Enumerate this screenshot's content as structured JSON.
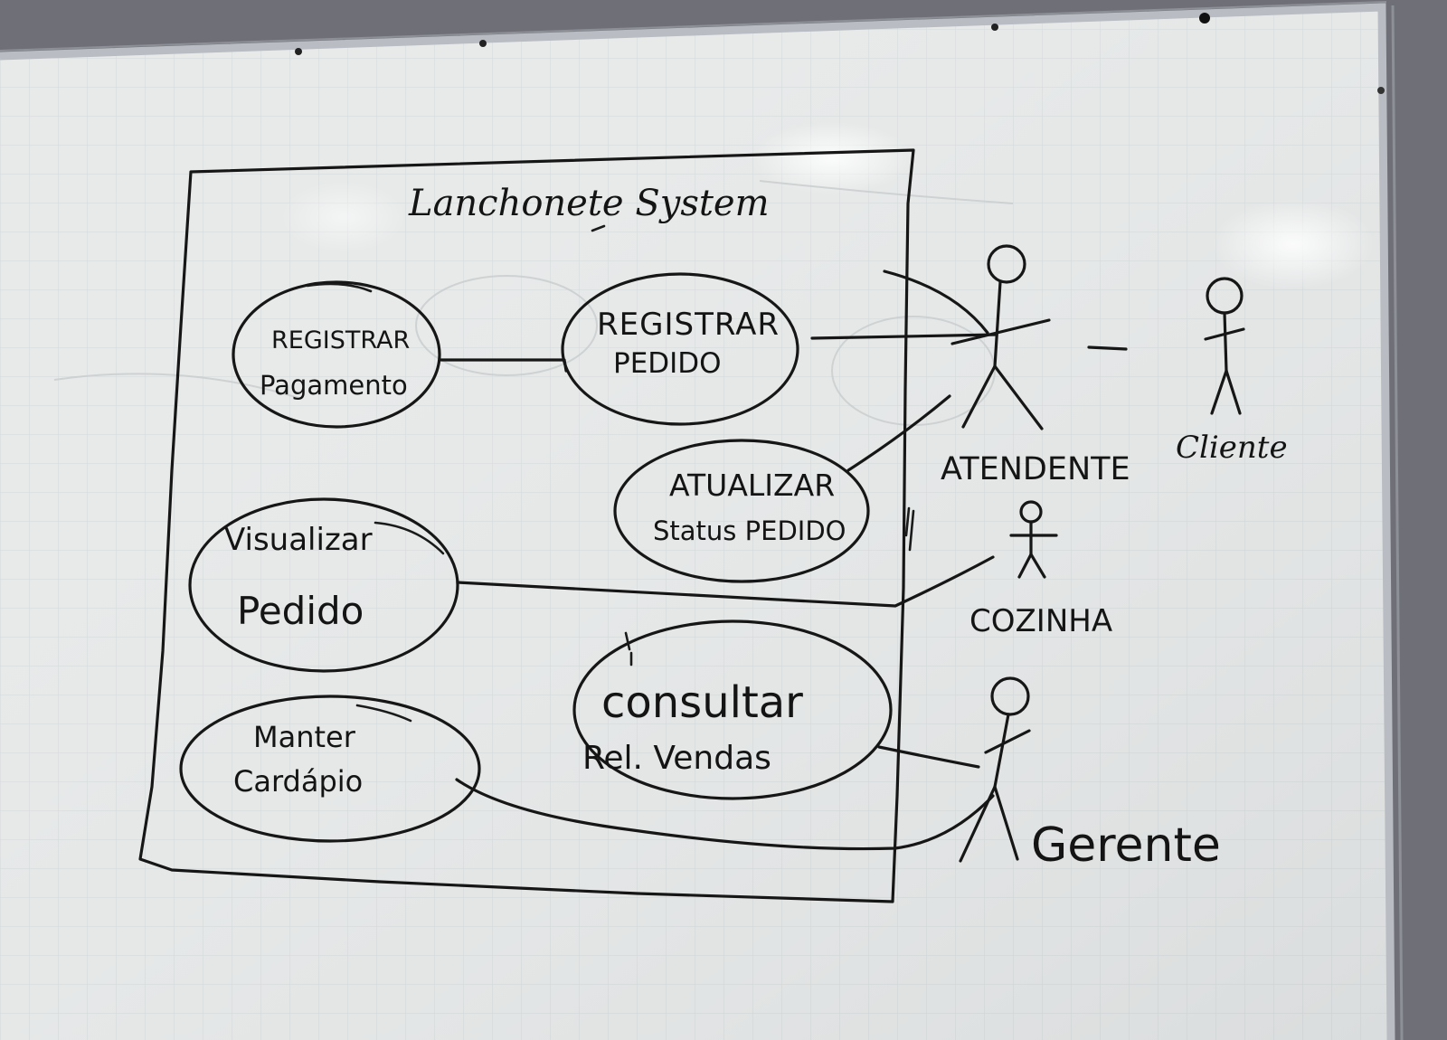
{
  "diagram": {
    "system_title": "Lanchonete System",
    "use_cases": {
      "registrar_pagamento": [
        "REGISTRAR",
        "Pagamento"
      ],
      "registrar_pedido": [
        "REGISTRAR",
        "PEDIDO"
      ],
      "atualizar_status": [
        "ATUALIZAR",
        "Status PEDIDO"
      ],
      "visualizar_pedido": [
        "Visualizar",
        "Pedido"
      ],
      "consultar_vendas": [
        "consultar",
        "Rel. Vendas"
      ],
      "manter_cardapio": [
        "Manter",
        "Cardápio"
      ]
    },
    "actors": {
      "atendente": "ATENDENTE",
      "cliente": "Cliente",
      "cozinha": "COZINHA",
      "gerente": "Gerente"
    }
  },
  "colors": {
    "board": "#e8eaea",
    "ink": "#161616",
    "frame": "#b9bcc2",
    "wall": "#6f6f78"
  }
}
